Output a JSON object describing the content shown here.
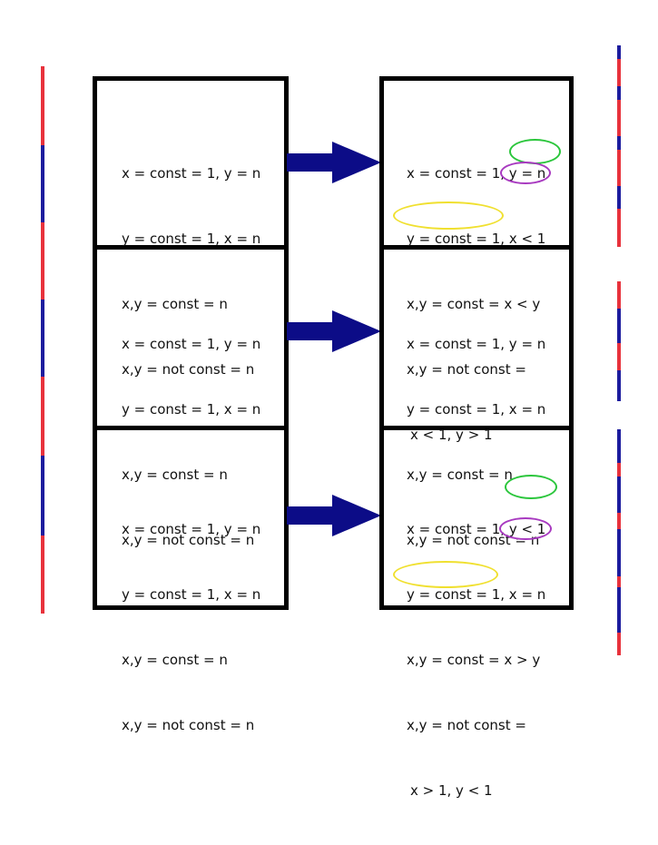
{
  "colors": {
    "arrow": "#0c0c87",
    "bar_red": "#e8323c",
    "bar_blue": "#1c1c9e",
    "oval_green": "#2bc63c",
    "oval_purple": "#a83ac0",
    "oval_yellow": "#f0e030"
  },
  "left_boxes": [
    {
      "lines": [
        "x = const = 1, y = n",
        "y = const = 1, x = n",
        "x,y = const = n",
        "x,y = not const = n"
      ]
    },
    {
      "lines": [
        "x = const = 1, y = n",
        "y = const = 1, x = n",
        "x,y = const = n",
        "x,y = not const = n"
      ]
    },
    {
      "lines": [
        "x = const = 1, y = n",
        "y = const = 1, x = n",
        "x,y = const = n",
        "x,y = not const = n"
      ]
    }
  ],
  "right_boxes": [
    {
      "line1": "x = const = 1, y = n",
      "line2_prefix": "y = const = 1,",
      "line2_circled": "x < 1",
      "line3_prefix": "x,y = const =",
      "line3_circled": "x < y",
      "line4": "x,y = not const =",
      "line5_circled": "x < 1, y > 1"
    },
    {
      "lines": [
        "x = const = 1, y = n",
        "y = const = 1, x = n",
        "x,y = const = n",
        "x,y = not const = n"
      ]
    },
    {
      "line1_prefix": "x = const = 1,",
      "line1_circled": "y < 1",
      "line2": "y = const = 1, x = n",
      "line3_prefix": "x,y = const =",
      "line3_circled": "x > y",
      "line4": "x,y = not const =",
      "line5_circled": "x > 1, y < 1"
    }
  ],
  "arrows": [
    "arrow-1",
    "arrow-2",
    "arrow-3"
  ]
}
